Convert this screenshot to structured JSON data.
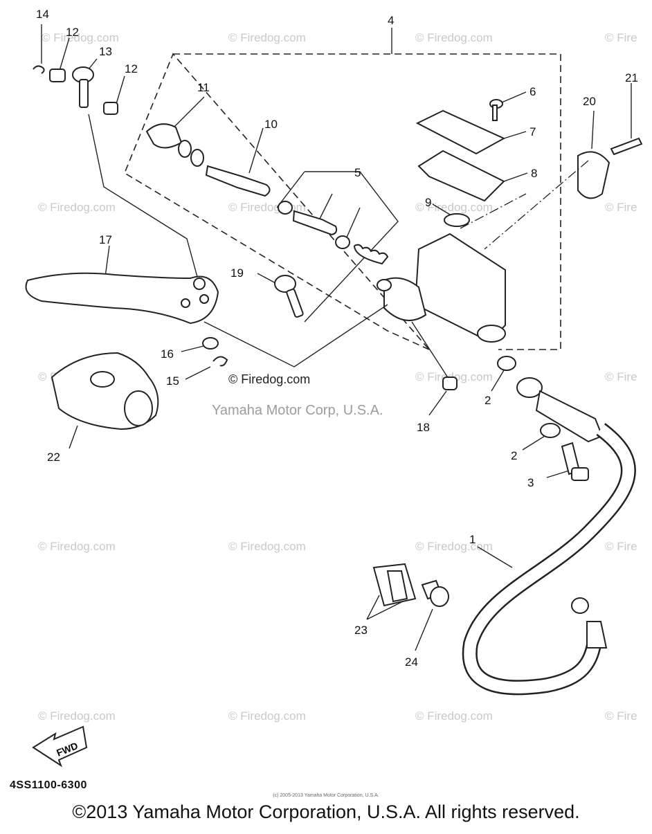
{
  "diagram": {
    "callouts": [
      "14",
      "12",
      "13",
      "12",
      "11",
      "10",
      "4",
      "5",
      "6",
      "7",
      "8",
      "9",
      "20",
      "21",
      "17",
      "19",
      "16",
      "15",
      "22",
      "18",
      "2",
      "2",
      "3",
      "1",
      "23",
      "24"
    ],
    "watermark": "© Firedog.com",
    "watermark_cut": "© Fire",
    "main_watermark": "© Firedog.com",
    "brand_text": "Yamaha Motor Corp, U.S.A.",
    "fwd_label": "FWD",
    "diagram_id": "4SS1100-6300",
    "tiny_credit": "(c) 2005-2013 Yamaha Motor Corporation, U.S.A.",
    "copyright": "©2013 Yamaha Motor Corporation, U.S.A. All rights reserved."
  }
}
